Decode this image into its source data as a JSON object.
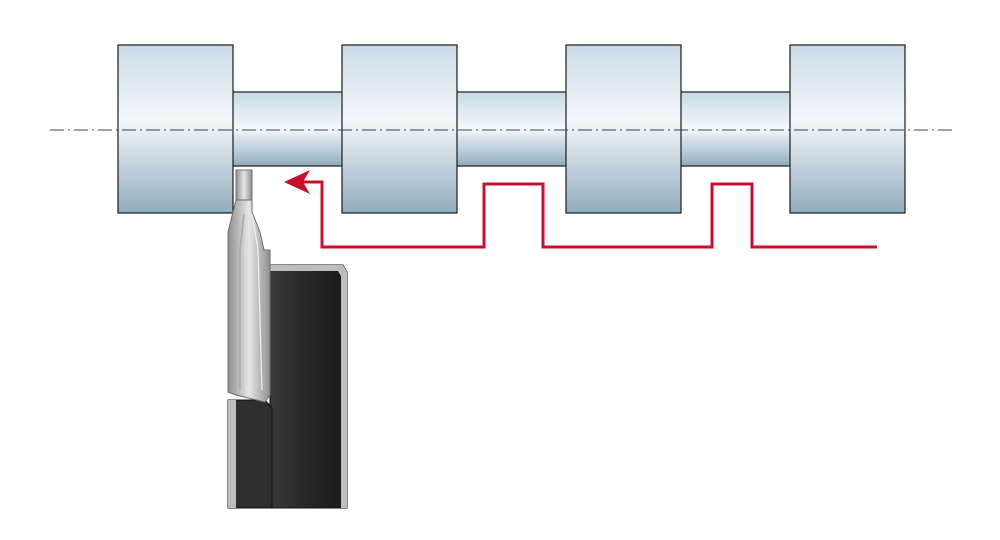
{
  "diagram": {
    "colors": {
      "background": "#ffffff",
      "toolpath": "#c8102e",
      "outline": "#1a1a1a",
      "centerline": "#444444",
      "collar_light": "#f4f8fb",
      "collar_mid": "#c9dbe6",
      "collar_dark": "#90acbd",
      "insert_light": "#e6e6e6",
      "insert_dark": "#8f8f8f",
      "holder_body": "#2b2b2b",
      "holder_face": "#cfcfcf"
    },
    "shaft": {
      "collars": 4,
      "necks": 3,
      "name": "stepped-shaft"
    },
    "tool": {
      "name": "grooving-cutter"
    },
    "toolpath": {
      "name": "cutter-feed-path",
      "direction": "right-to-left",
      "retractions": 2
    }
  }
}
